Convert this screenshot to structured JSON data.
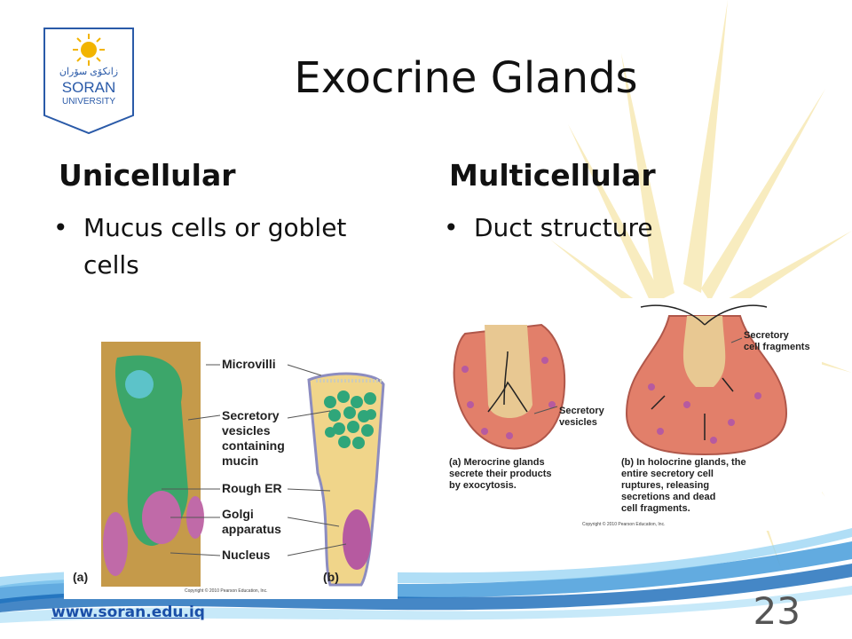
{
  "slide": {
    "title": "Exocrine Glands",
    "page_number": "23",
    "footer_link": "www.soran.edu.iq"
  },
  "logo": {
    "arabic_text": "زانکۆی سۆران",
    "name_line1": "SORAN",
    "name_line2": "UNIVERSITY"
  },
  "columns": {
    "left": {
      "heading": "Unicellular",
      "bullet_line1": "Mucus cells or goblet",
      "bullet_line2": "cells"
    },
    "right": {
      "heading": "Multicellular",
      "bullet_line1": "Duct structure"
    }
  },
  "figure_left": {
    "labels": {
      "microvilli": "Microvilli",
      "secretory_line1": "Secretory",
      "secretory_line2": "vesicles",
      "secretory_line3": "containing",
      "secretory_line4": "mucin",
      "rough_er": "Rough ER",
      "golgi_line1": "Golgi",
      "golgi_line2": "apparatus",
      "nucleus": "Nucleus",
      "panel_a": "(a)",
      "panel_b": "(b)",
      "copyright": "Copyright © 2010 Pearson Education, Inc."
    }
  },
  "figure_right": {
    "labels": {
      "secretory_vesicles_line1": "Secretory",
      "secretory_vesicles_line2": "vesicles",
      "fragments_line1": "Secretory",
      "fragments_line2": "cell fragments",
      "caption_a_line1": "(a) Merocrine glands",
      "caption_a_line2": "secrete their products",
      "caption_a_line3": "by exocytosis.",
      "caption_b_line1": "(b) In holocrine glands, the",
      "caption_b_line2": "entire secretory cell",
      "caption_b_line3": "ruptures, releasing",
      "caption_b_line4": "secretions and dead",
      "caption_b_line5": "cell fragments.",
      "copyright": "Copyright © 2010 Pearson Education, Inc."
    }
  },
  "colors": {
    "accent_blue": "#1a4fa8",
    "sun_yellow": "#f5e3a3"
  }
}
